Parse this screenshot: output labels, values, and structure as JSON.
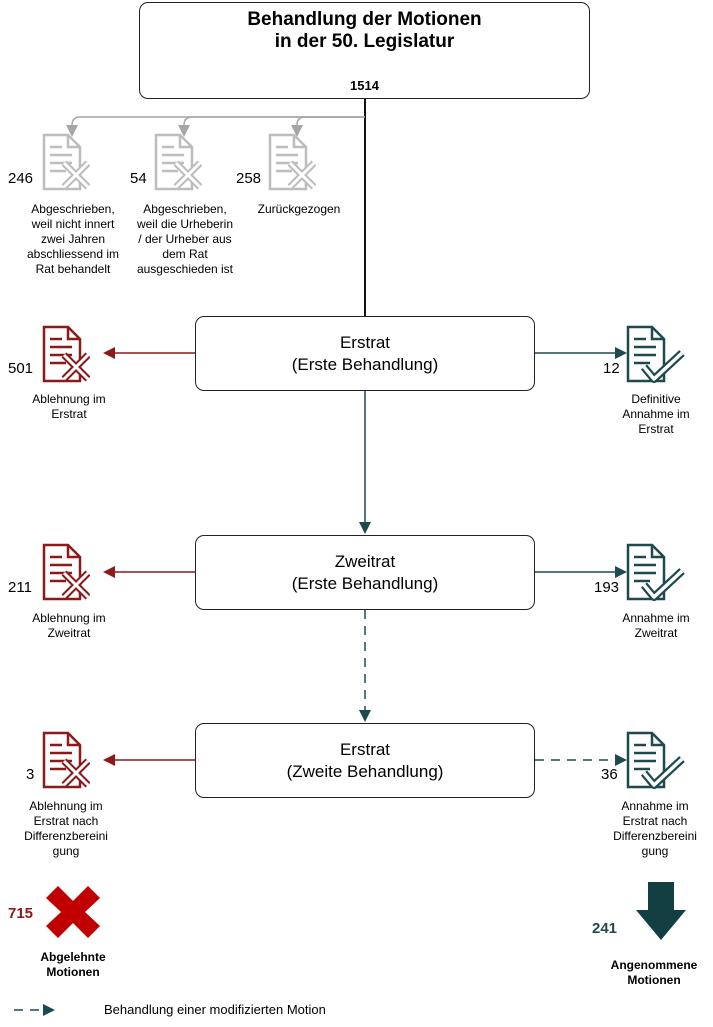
{
  "title": {
    "line1": "Behandlung der Motionen",
    "line2": "in der 50. Legislatur",
    "total": "1514"
  },
  "written_off": [
    {
      "count": "246",
      "label": "Abgeschrieben, weil nicht innert zwei Jahren abschliessend im Rat behandelt"
    },
    {
      "count": "54",
      "label": "Abgeschrieben, weil die Urheberin / der Urheber aus dem Rat ausgeschieden ist"
    },
    {
      "count": "258",
      "label": "Zurückgezogen"
    }
  ],
  "stages": [
    {
      "title": "Erstrat",
      "subtitle": "(Erste Behandlung)",
      "rejected": {
        "count": "501",
        "label": "Ablehnung im Erstrat"
      },
      "accepted": {
        "count": "12",
        "label": "Definitive Annahme im Erstrat"
      }
    },
    {
      "title": "Zweitrat",
      "subtitle": "(Erste Behandlung)",
      "rejected": {
        "count": "211",
        "label": "Ablehnung im Zweitrat"
      },
      "accepted": {
        "count": "193",
        "label": "Annahme im Zweitrat"
      }
    },
    {
      "title": "Erstrat",
      "subtitle": "(Zweite Behandlung)",
      "rejected": {
        "count": "3",
        "label": "Ablehnung im Erstrat nach Differenzbereini gung"
      },
      "accepted": {
        "count": "36",
        "label": "Annahme im Erstrat nach Differenzbereini gung"
      }
    }
  ],
  "summary": {
    "rejected": {
      "count": "715",
      "label": "Abgelehnte Motionen"
    },
    "accepted": {
      "count": "241",
      "label": "Angenommene Motionen"
    }
  },
  "legend": {
    "label": "Behandlung einer modifizierten Motion"
  },
  "colors": {
    "rejected": "#8b1a1a",
    "accepted": "#1d4a4e",
    "written_off": "#bdbdbd",
    "reject_cross": "#c00000"
  }
}
